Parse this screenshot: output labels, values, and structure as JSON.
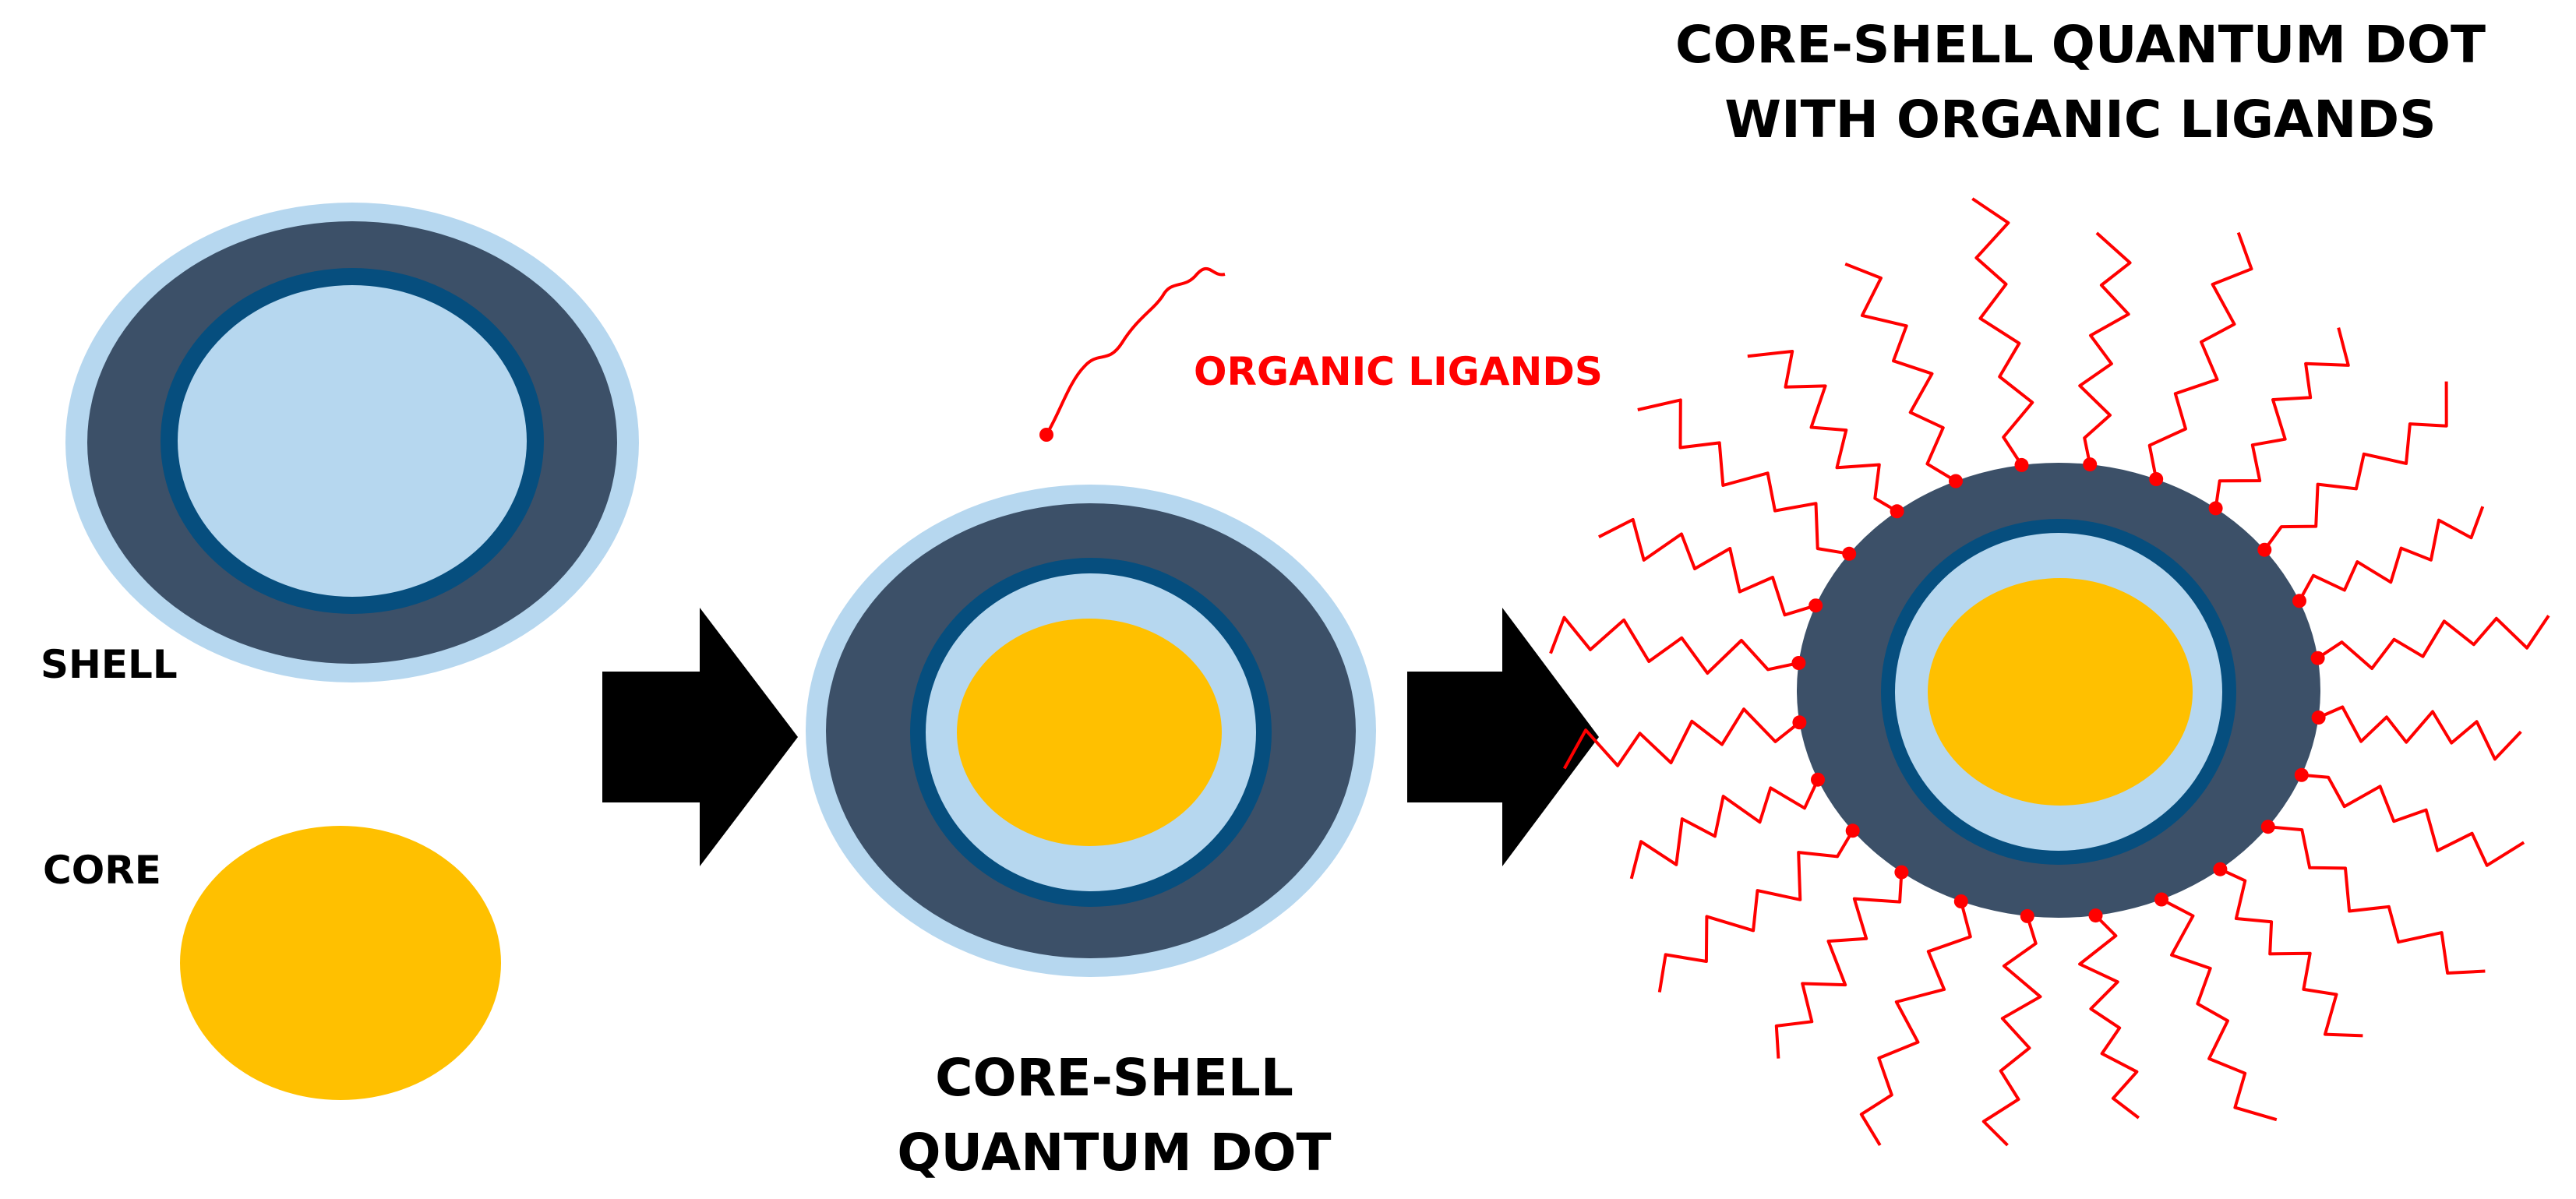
{
  "labels": {
    "shell": "SHELL",
    "core": "CORE",
    "organic_ligands": "ORGANIC LIGANDS"
  },
  "titles": {
    "core_shell_line1": "CORE-SHELL",
    "core_shell_line2": "QUANTUM DOT",
    "with_ligands_line1": "CORE-SHELL QUANTUM DOT",
    "with_ligands_line2": "WITH ORGANIC LIGANDS"
  },
  "colors": {
    "core": "#ffc000",
    "shell_dark": "#3c5068",
    "shell_light": "#b6d7ef",
    "shell_ring": "#064e7e",
    "ligand": "#ff0000",
    "arrow": "#000000"
  }
}
